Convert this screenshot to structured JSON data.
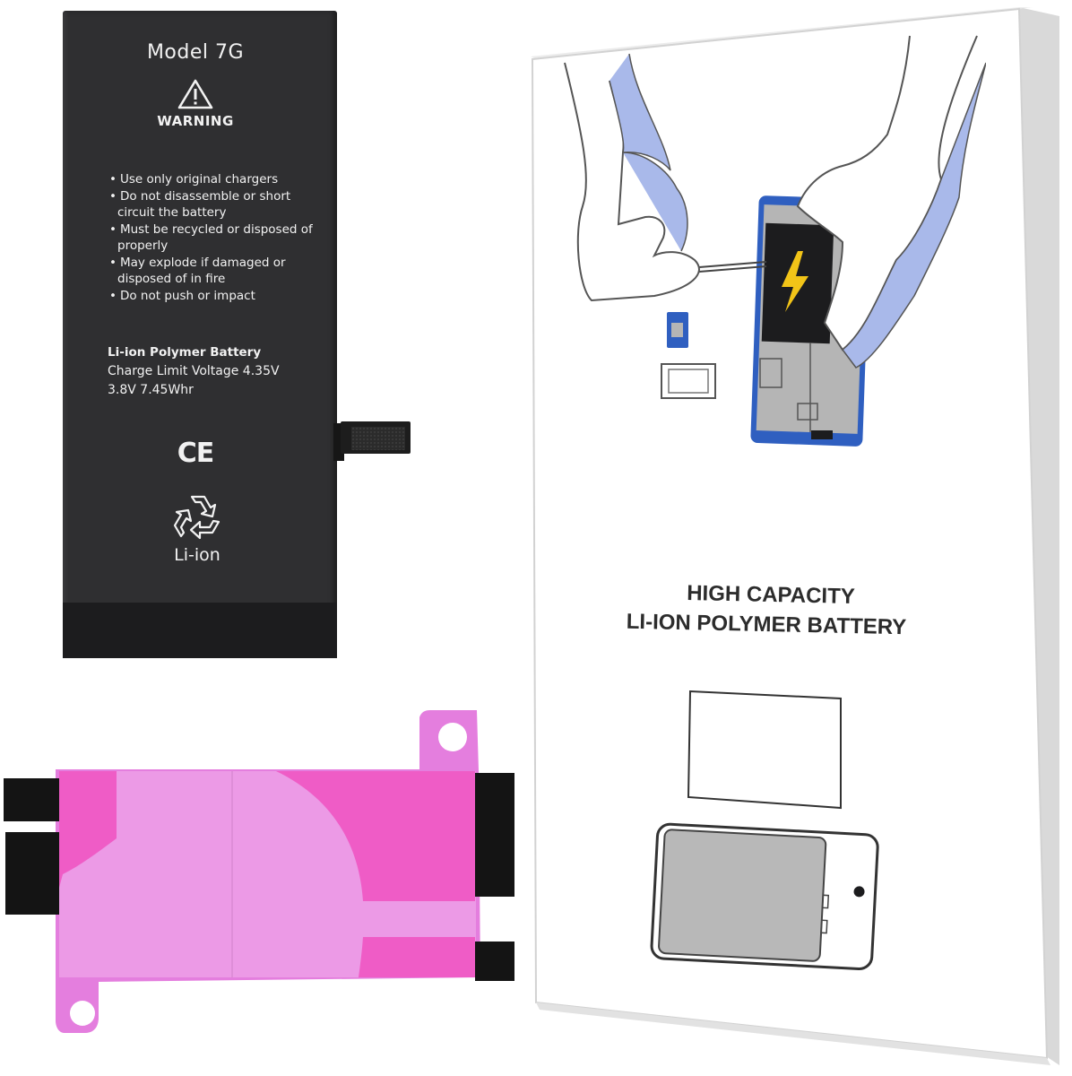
{
  "battery": {
    "model": "Model  7G",
    "warning_icon": "warning-triangle-icon",
    "warning_title": "WARNING",
    "warnings": [
      "Use only original chargers",
      "Do not disassemble or short circuit the battery",
      "Must be recycled or disposed of properly",
      "May explode if damaged or disposed of in fire",
      "Do not push or impact"
    ],
    "spec_type": "Li-ion Polymer Battery",
    "spec_charge": "Charge Limit Voltage 4.35V",
    "spec_rating": "3.8V 7.45Whr",
    "ce_mark": "CE",
    "recycle_icon": "recycle-icon",
    "chemistry": "Li-ion"
  },
  "box": {
    "title_line1": "HIGH CAPACITY",
    "title_line2": "LI-ION POLYMER BATTERY",
    "illustration_icon": "phone-battery-replacement-icon",
    "lightning_icon": "lightning-bolt-icon",
    "sim_icon": "sim-card-icon",
    "sim_tray_icon": "sim-tray-icon",
    "phone_icon": "phone-outline-icon"
  },
  "adhesive": {
    "icon": "adhesive-strip-icon",
    "color": "#e86fd6"
  },
  "colors": {
    "battery_body": "#2f2f31",
    "illustration_blue": "#3c68c4",
    "glove_blue": "#a9b9ea"
  }
}
